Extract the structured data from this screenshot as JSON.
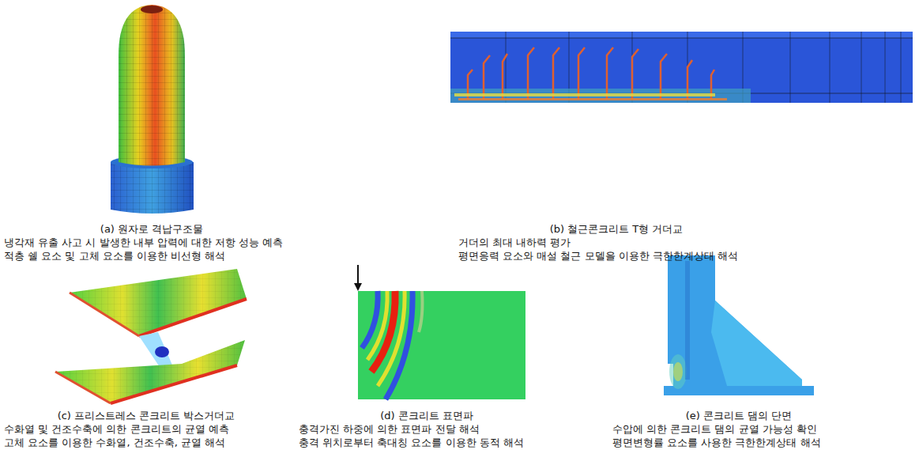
{
  "diagram": {
    "labels": [
      "(a) 원자로 격납구조물",
      "냉각재 유출 사고 시 발생한 내부 압력에 대한 저항 성능 예측",
      "적층 쉘 요소 및 고체 요소를 이용한 비선형 해석",
      "(b) 철근콘크리트 T형 거더교",
      "거더의 최대 내하력 평가",
      "평면응력 요소와 매설 철근 모델을 이용한 극한한계상태 해석",
      "(c) 프리스트레스 콘크리트 박스거더교",
      "수화열 및 건조수축에 의한 콘크리트의 균열 예측",
      "고체 요소를 이용한 수화열, 건조수축, 균열 해석",
      "(d) 콘크리트 표면파",
      "충격가진 하중에 의한 표면파 전달 해석",
      "충격 위치로부터 축대칭 요소를 이용한 동적 해석",
      "(e) 콘크리트 댐의 단면",
      "수압에 의한 콘크리트 댐의 균열 가능성 확인",
      "평면변형률 요소를 사용한 극한한계상태 해석"
    ]
  }
}
